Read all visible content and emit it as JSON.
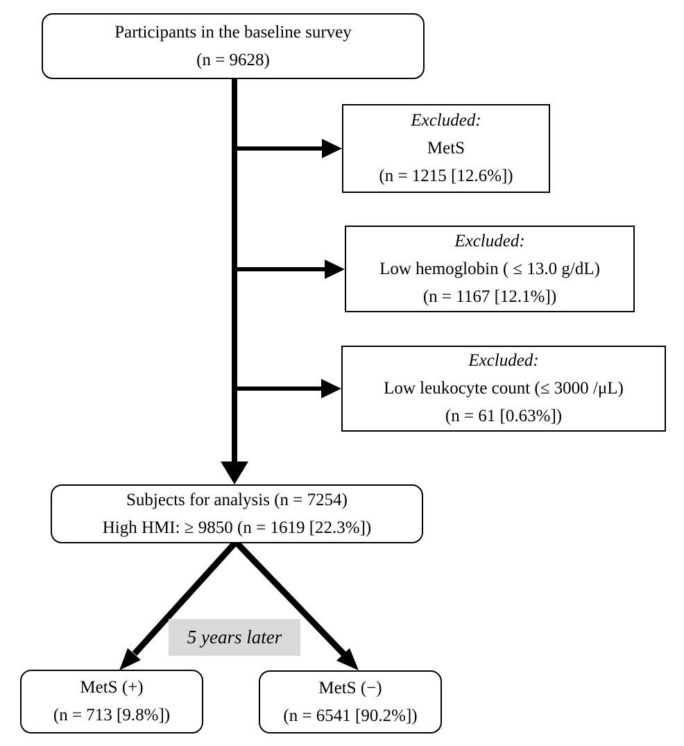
{
  "diagram": {
    "top_box": {
      "line1": "Participants in the baseline survey",
      "line2": "(n = 9628)"
    },
    "excluded_boxes": [
      {
        "title": "Excluded:",
        "reason": "MetS",
        "count": "(n = 1215 [12.6%])"
      },
      {
        "title": "Excluded:",
        "reason": "Low hemoglobin ( ≤ 13.0 g/dL)",
        "count": "(n = 1167 [12.1%])"
      },
      {
        "title": "Excluded:",
        "reason": "Low leukocyte count (≤ 3000 /μL)",
        "count": "(n = 61 [0.63%])"
      }
    ],
    "analysis_box": {
      "line1": "Subjects for analysis (n = 7254)",
      "line2": "High HMI: ≥ 9850 (n = 1619 [22.3%])"
    },
    "interval_label": "5 years later",
    "outcome_boxes": [
      {
        "line1": "MetS (+)",
        "line2": "(n = 713 [9.8%])"
      },
      {
        "line1": "MetS (−)",
        "line2": "(n = 6541 [90.2%])"
      }
    ],
    "colors": {
      "arrow": "#000000",
      "border": "#000000",
      "background": "#ffffff",
      "label_background": "#d9d9d9"
    }
  }
}
